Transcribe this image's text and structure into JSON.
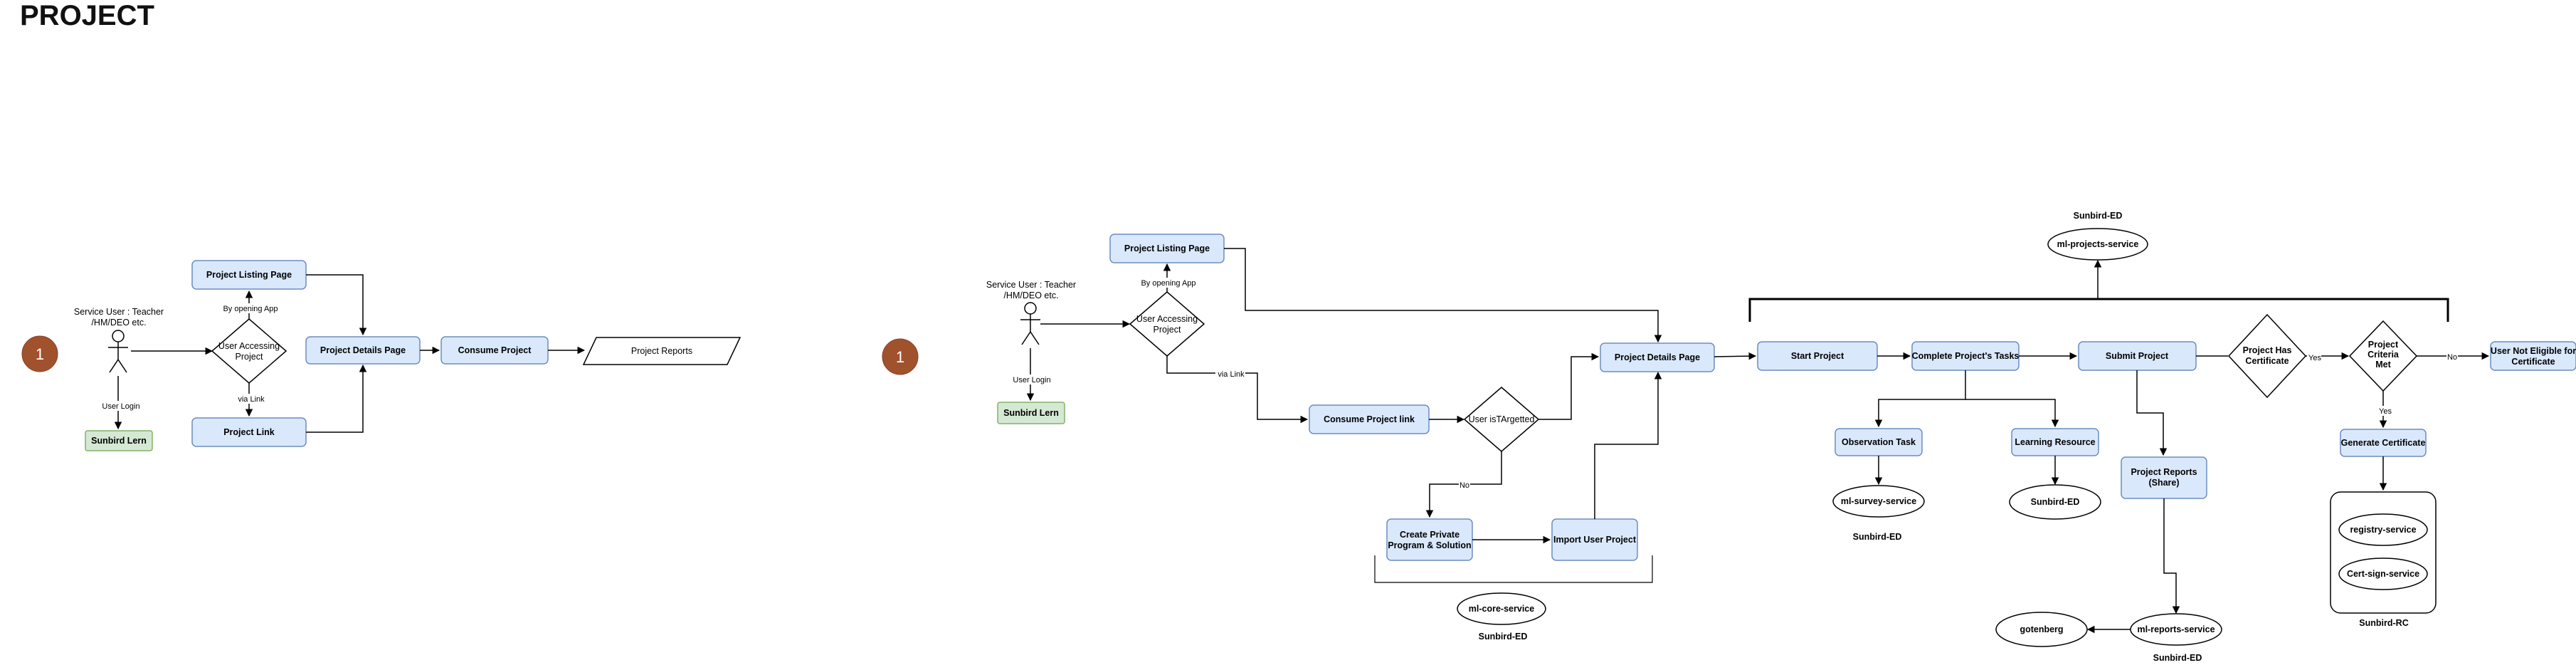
{
  "title": "PROJECT",
  "left": {
    "step": "1",
    "actor": [
      "Service User : Teacher",
      "/HM/DEO etc."
    ],
    "user_login": "User Login",
    "sunbird_lern": "Sunbird Lern",
    "user_accessing": [
      "User Accessing",
      "Project"
    ],
    "by_opening_app": "By opening App",
    "via_link": "via Link",
    "project_listing": "Project Listing Page",
    "project_link": "Project Link",
    "project_details": "Project Details Page",
    "consume_project": "Consume Project",
    "project_reports": "Project Reports"
  },
  "right": {
    "step": "1",
    "actor": [
      "Service User : Teacher",
      "/HM/DEO etc."
    ],
    "user_login": "User Login",
    "sunbird_lern": "Sunbird Lern",
    "user_accessing": [
      "User Accessing",
      "Project"
    ],
    "by_opening_app": "By opening App",
    "via_link": "via Link",
    "project_listing": "Project Listing Page",
    "consume_project_link": "Consume Project link",
    "user_targeted": "User isTArgetted",
    "no": "No",
    "create_private": [
      "Create Private",
      "Program & Solution"
    ],
    "import_user_project": "Import User Project",
    "ml_core_service": "ml-core-service",
    "sunbird_ed_core": "Sunbird-ED",
    "project_details": "Project Details Page",
    "start_project": "Start Project",
    "complete_tasks": "Complete Project's Tasks",
    "submit_project": "Submit Project",
    "has_certificate": [
      "Project Has",
      "Certificate"
    ],
    "yes1": "Yes",
    "criteria_met": [
      "Project",
      "Criteria",
      "Met"
    ],
    "no2": "No",
    "not_eligible": [
      "User Not Eligible for",
      "Certificate"
    ],
    "yes2": "Yes",
    "generate_certificate": "Generate Certificate",
    "registry_service": "registry-service",
    "cert_sign_service": "Cert-sign-service",
    "sunbird_rc": "Sunbird-RC",
    "sunbird_ed_top": "Sunbird-ED",
    "ml_projects_service": "ml-projects-service",
    "observation_task": "Observation Task",
    "ml_survey_service": "ml-survey-service",
    "sunbird_ed_survey": "Sunbird-ED",
    "learning_resource": "Learning Resource",
    "sunbird_ed_lr": "Sunbird-ED",
    "project_reports_share": [
      "Project Reports",
      "(Share)"
    ],
    "ml_reports_service": "ml-reports-service",
    "sunbird_ed_reports": "Sunbird-ED",
    "gotenberg": "gotenberg"
  }
}
